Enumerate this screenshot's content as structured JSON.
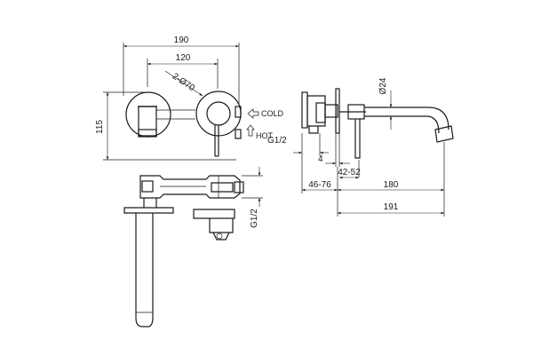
{
  "front_view": {
    "width_overall": "190",
    "centers": "120",
    "plate_dia": "2-Ø70",
    "height": "115",
    "cold_label": "COLD",
    "hot_label": "HOT"
  },
  "top_view": {
    "thread_vertical": "G1/2"
  },
  "side_view": {
    "thread": "G1/2",
    "spout_dia": "Ø24",
    "dim_4": "4",
    "wall_adjust": "42-52",
    "body_depth": "46-76",
    "spout_reach": "180",
    "overall_depth": "191"
  }
}
